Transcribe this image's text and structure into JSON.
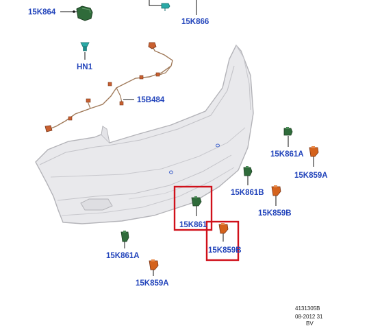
{
  "colors": {
    "label": "#2244bb",
    "highlight": "#d0101a",
    "bumper_fill": "#e9e9ec",
    "bumper_stroke": "#b3b3b8",
    "sensor_green": "#2f6b3a",
    "sensor_orange": "#d4621c",
    "harness_orange": "#c96030",
    "harness_line": "#a07a5a",
    "clip_teal": "#2aa9a6"
  },
  "parts": [
    {
      "id": "15K864",
      "label": "15K864",
      "icon": "connector-module-icon"
    },
    {
      "id": "15K866",
      "label": "15K866",
      "icon": "harness-connector-icon"
    },
    {
      "id": "HN1",
      "label": "HN1",
      "icon": "push-clip-icon"
    },
    {
      "id": "15B484",
      "label": "15B484",
      "icon": "wiring-harness-icon"
    },
    {
      "id": "15K861A-right",
      "label": "15K861A",
      "icon": "green-sensor-icon"
    },
    {
      "id": "15K859A-right",
      "label": "15K859A",
      "icon": "orange-sensor-icon"
    },
    {
      "id": "15K861B",
      "label": "15K861B",
      "icon": "green-sensor-icon"
    },
    {
      "id": "15K859B-right",
      "label": "15K859B",
      "icon": "orange-sensor-icon"
    },
    {
      "id": "15K861-highlight",
      "label": "15K861",
      "icon": "green-sensor-icon",
      "highlighted": true
    },
    {
      "id": "15K859-highlight",
      "label": "15K859B",
      "icon": "orange-sensor-icon",
      "highlighted": true
    },
    {
      "id": "15K861A-left",
      "label": "15K861A",
      "icon": "green-sensor-icon"
    },
    {
      "id": "15K859A-left",
      "label": "15K859A",
      "icon": "orange-sensor-icon"
    }
  ],
  "footer": {
    "ref_code": "4131305B",
    "date": "08-2012 31",
    "initials": "BV"
  }
}
